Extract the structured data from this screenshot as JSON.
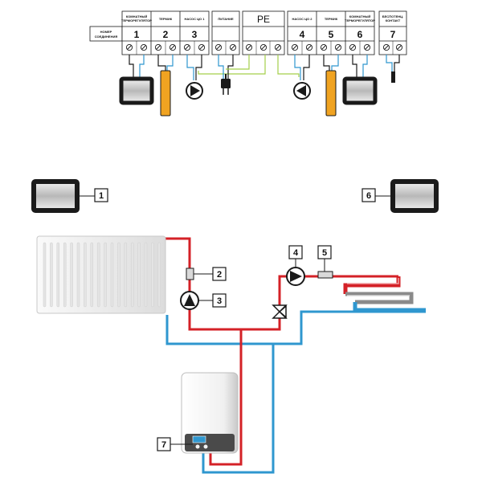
{
  "terminal_strip": {
    "row_header": [
      "НОМЕР",
      "СОЕДИНЕНИЯ"
    ],
    "headers": {
      "room_thermostat_left": [
        "КОМНАТНЫЙ",
        "ТЕРМОРЕГУЛЯТОР"
      ],
      "thermik_left": "ТЕРМИК",
      "pump_1": "НАСОС ЦО 1",
      "power": "ПИТАНИЕ",
      "pump_2": "НАСОС ЦО 2",
      "thermik_right": "ТЕРМИК",
      "room_thermostat_right": [
        "КОМНАТНЫЙ",
        "ТЕРМОРЕГУЛЯТОР"
      ],
      "potential_free": [
        "БЕСПОТЕНЦ.",
        "КОНТАКТ"
      ]
    },
    "numbers": {
      "n1": "1",
      "n2": "2",
      "n3": "3",
      "pe": "PE",
      "n4": "4",
      "n5": "5",
      "n6": "6",
      "n7": "7"
    }
  },
  "callouts": {
    "c1": "1",
    "c2": "2",
    "c3": "3",
    "c4": "4",
    "c5": "5",
    "c6": "6",
    "c7": "7"
  },
  "colors": {
    "supply": "#d42127",
    "return": "#2f97cf",
    "live": "#2f97cf",
    "earth": "#a4cf4a",
    "sensor": "#f0a321",
    "outline": "#1a1a1a"
  },
  "icons": [
    "room-thermostat-icon",
    "temperature-sensor-icon",
    "pump-icon",
    "power-plug-icon",
    "three-way-valve-icon",
    "radiator-icon",
    "boiler-icon",
    "underfloor-loop-icon"
  ]
}
